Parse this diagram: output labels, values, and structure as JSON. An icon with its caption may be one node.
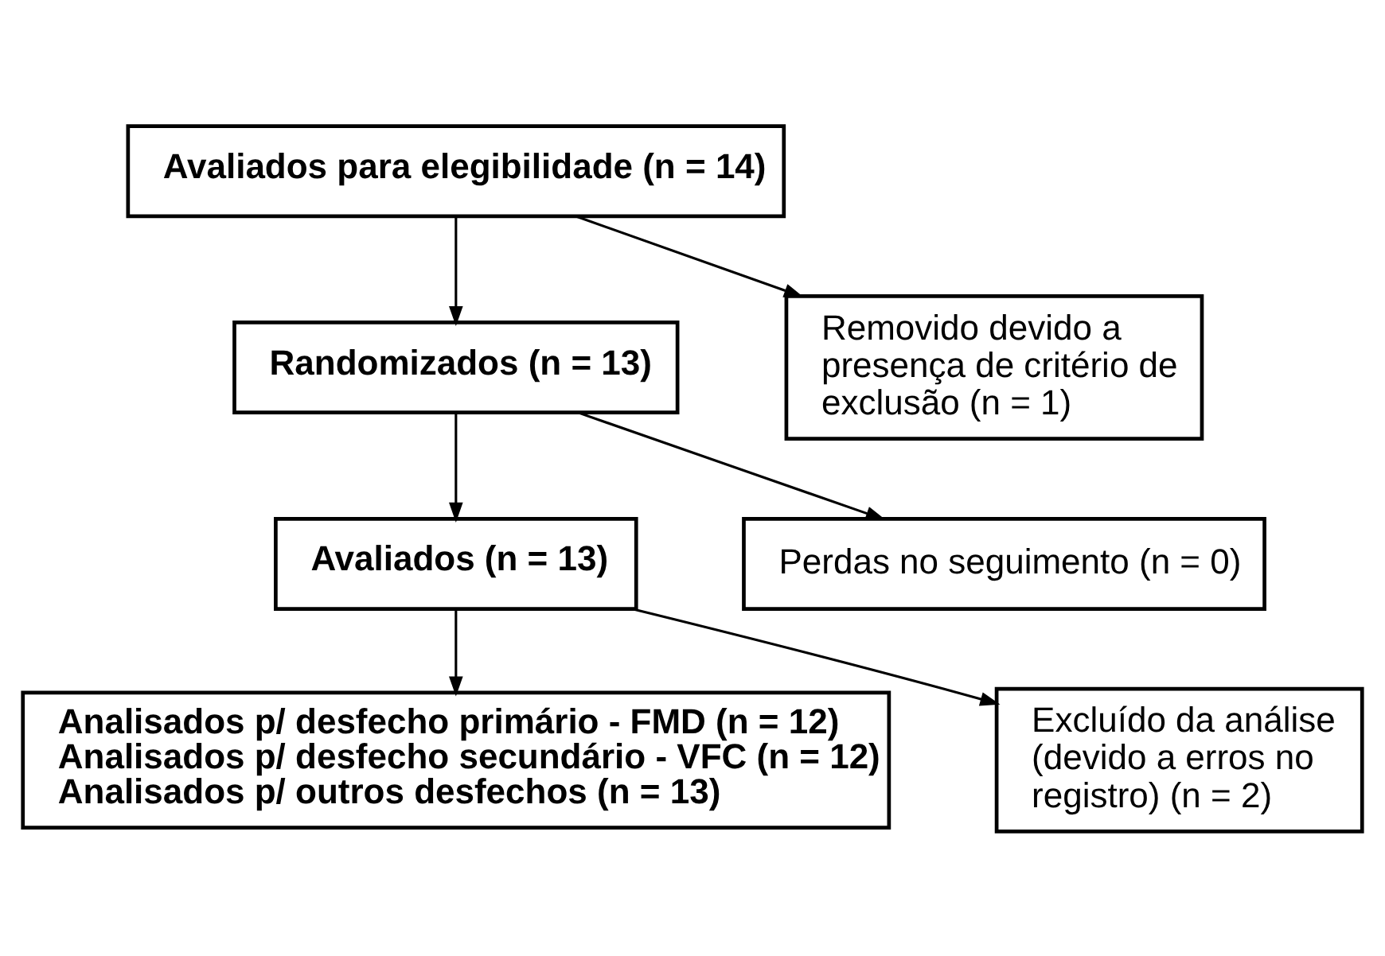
{
  "diagram": {
    "nodes": [
      {
        "text": [
          "Avaliados para elegibilidade (n = 14)"
        ]
      },
      {
        "text": [
          "Randomizados (n = 13)"
        ]
      },
      {
        "text": [
          "Avaliados (n = 13)"
        ]
      },
      {
        "text": [
          "Analisados p/ desfecho primário - FMD (n = 12)",
          "Analisados p/ desfecho secundário - VFC (n = 12)",
          "Analisados p/ outros desfechos (n = 13)"
        ]
      },
      {
        "text": [
          "Removido devido a presença de critério de exclusão (n = 1)"
        ]
      },
      {
        "text": [
          "Perdas no seguimento (n = 0)"
        ]
      },
      {
        "text": [
          "Excluído da análise (devido a erros no registro) (n = 2)"
        ]
      }
    ],
    "edges": [
      {
        "from": 0,
        "to": 1,
        "arrow": "to"
      },
      {
        "from": 0,
        "to": 4,
        "arrow": "to"
      },
      {
        "from": 1,
        "to": 2,
        "arrow": "to"
      },
      {
        "from": 1,
        "to": 5,
        "arrow": "to"
      },
      {
        "from": 2,
        "to": 3,
        "arrow": "to"
      },
      {
        "from": 2,
        "to": 6,
        "arrow": "to"
      }
    ]
  }
}
